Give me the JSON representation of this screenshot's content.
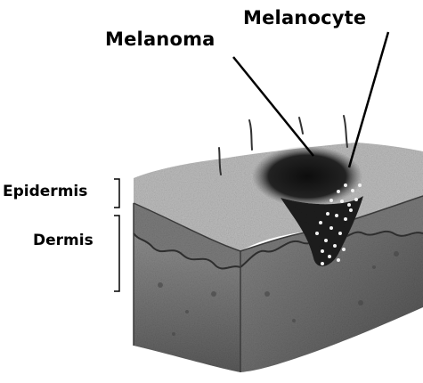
{
  "labels": {
    "melanoma": "Melanoma",
    "melanocyte": "Melanocyte",
    "epidermis": "Epidermis",
    "dermis": "Dermis"
  },
  "colors": {
    "background": "#ffffff",
    "text": "#000000",
    "skin_surface": "#b9b9b9",
    "epidermis_layer": "#8a8a8a",
    "dermis_layer": "#6e6e6e",
    "lesion": "#1a1a1a",
    "melanocyte_cells": "#f2f2f2"
  }
}
